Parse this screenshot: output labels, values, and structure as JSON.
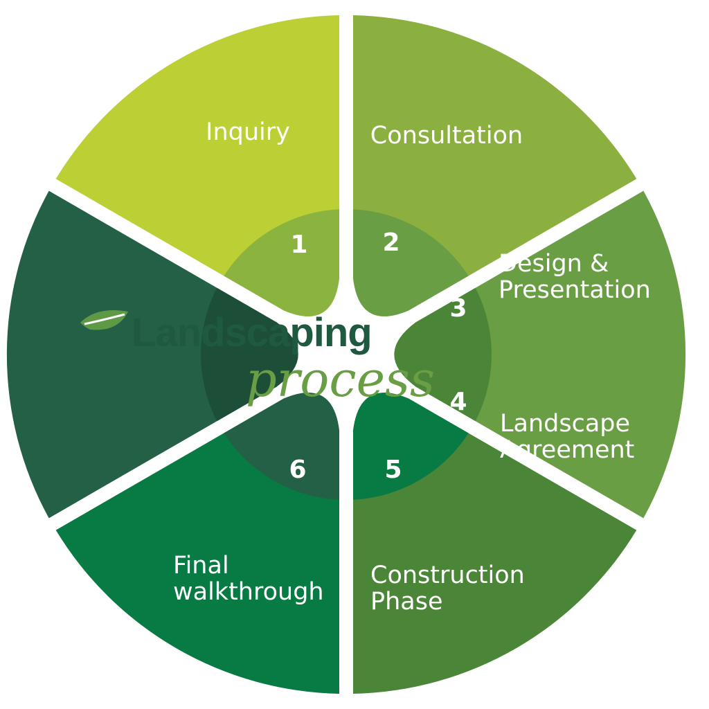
{
  "title": {
    "main": "Landscaping",
    "sub": "process"
  },
  "colors": {
    "title_main": "#1f5a40",
    "title_sub": "#6a9e45",
    "leaf": "#5e9a45"
  },
  "steps": [
    {
      "number": "1",
      "lines": [
        "Inquiry"
      ],
      "color": "#bccf35",
      "hub": "#8ab33f"
    },
    {
      "number": "2",
      "lines": [
        "Consultation"
      ],
      "color": "#8cb040",
      "hub": "#6a9e45"
    },
    {
      "number": "3",
      "lines": [
        "Design &",
        "Presentation"
      ],
      "color": "#6a9e45",
      "hub": "#4b8638"
    },
    {
      "number": "4",
      "lines": [
        "Landscape",
        "Agreement"
      ],
      "color": "#4b8638",
      "hub": "#087a43"
    },
    {
      "number": "5",
      "lines": [
        "Construction",
        "Phase"
      ],
      "color": "#087a43",
      "hub": "#236046"
    },
    {
      "number": "6",
      "lines": [
        "Final",
        "walkthrough"
      ],
      "color": "#236046",
      "hub": "#1d4f38"
    }
  ]
}
